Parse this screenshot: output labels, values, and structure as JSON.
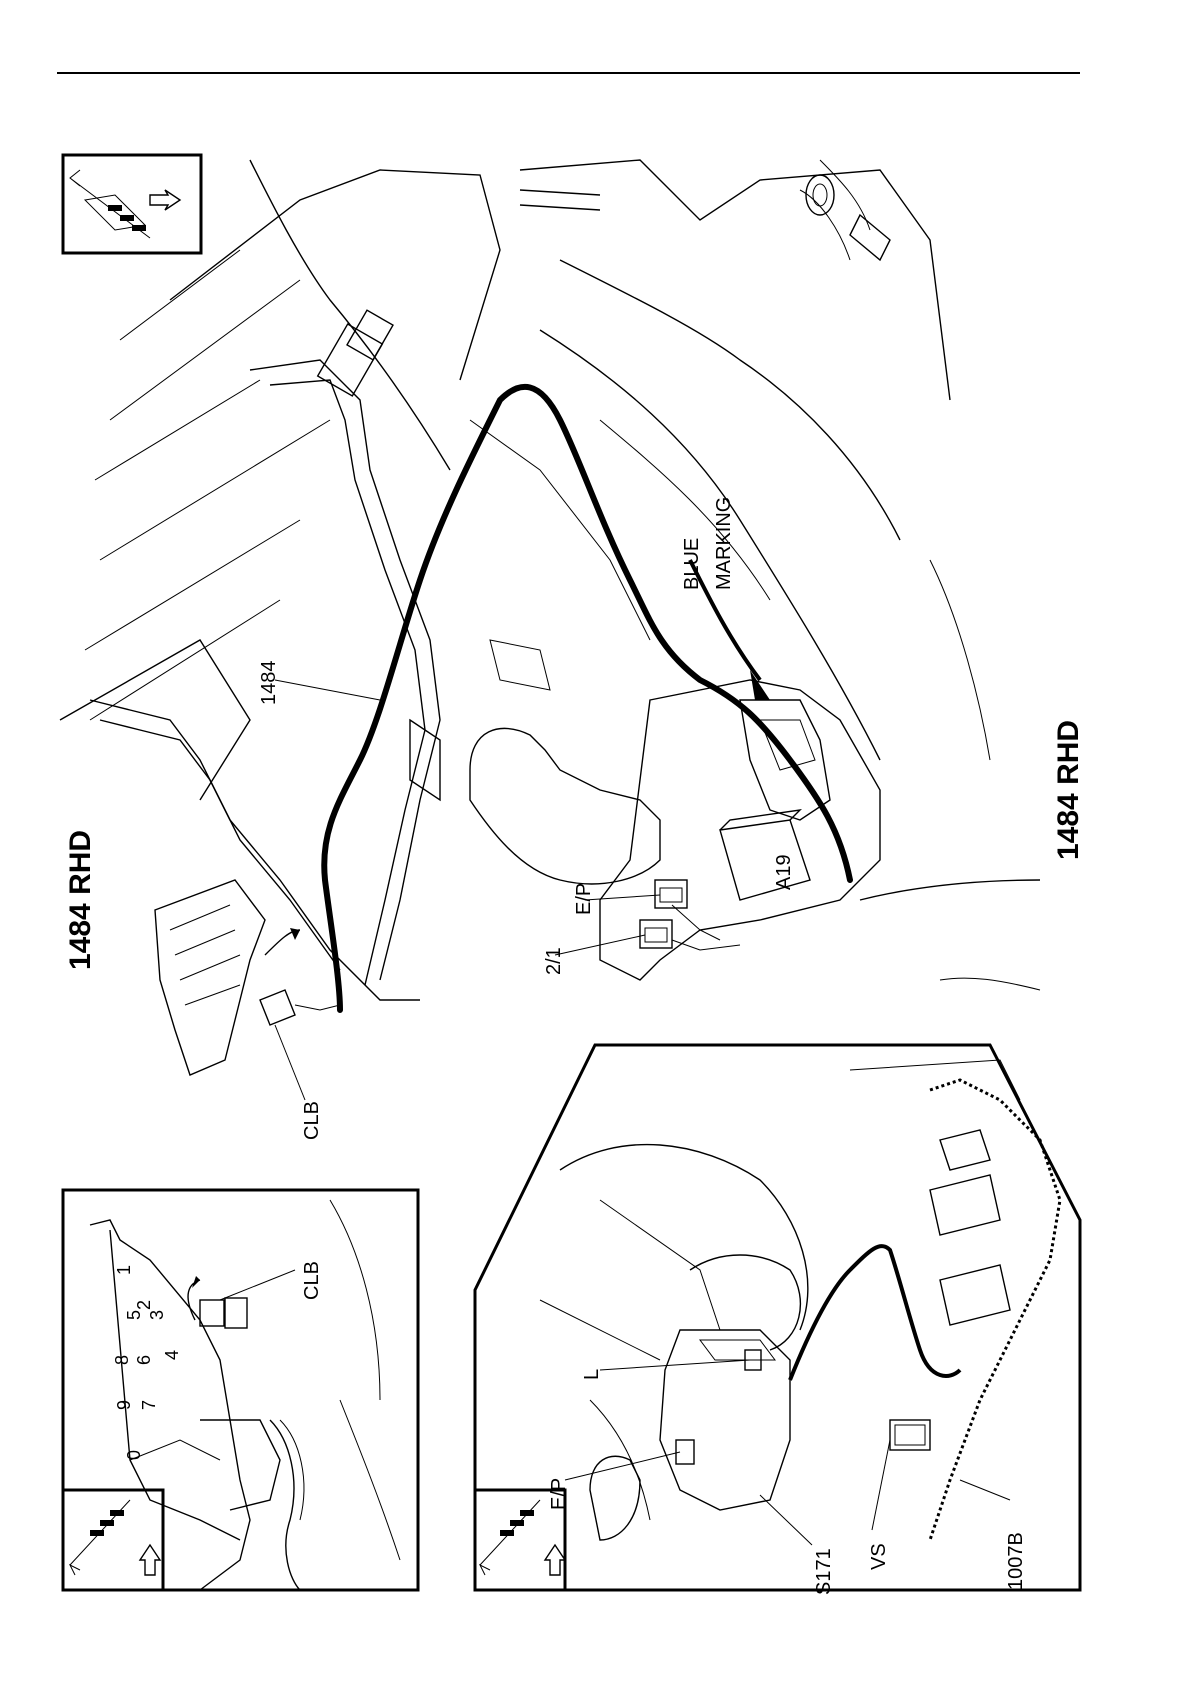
{
  "title": "1484 RHD",
  "title_right": "1484 RHD",
  "main_view": {
    "harness_label": "1484",
    "component_a19": "A19",
    "connector_ep": "E/P",
    "connector_21": "2/1",
    "connector_clb": "CLB",
    "blue_marking_line1": "BLUE",
    "blue_marking_line2": "MARKING"
  },
  "inset_left": {
    "connector_clb": "CLB",
    "fuse_numbers": [
      "0",
      "9",
      "8",
      "5",
      "7",
      "6",
      "2",
      "4",
      "3",
      "1"
    ]
  },
  "inset_bottom": {
    "connector_ep": "E/P",
    "label_l": "L",
    "label_s171": "S171",
    "label_vs": "VS",
    "label_1007b": "1007B"
  },
  "colors": {
    "ink": "#000000",
    "paper": "#ffffff"
  }
}
